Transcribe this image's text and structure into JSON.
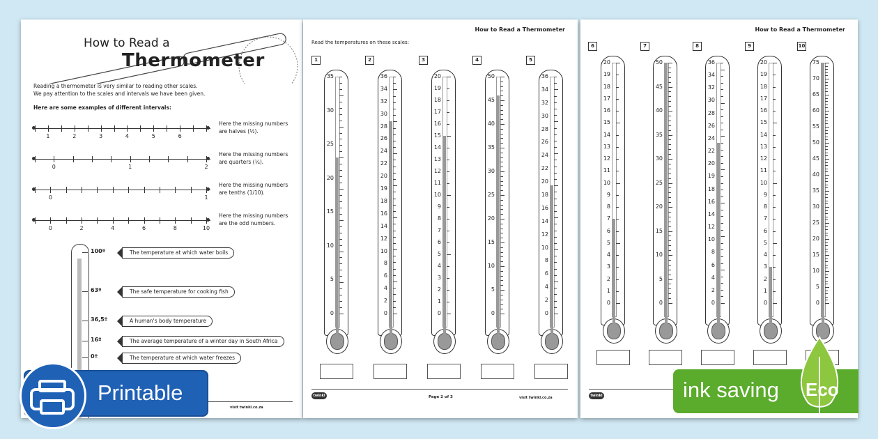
{
  "page1": {
    "title_line1": "How to Read a",
    "title_line2": "Thermometer",
    "intro_line1": "Reading a thermometer is very similar to reading other scales.",
    "intro_line2": "We pay attention to the scales and intervals we have been given.",
    "examples_heading": "Here are some examples of different intervals:",
    "numberlines": [
      {
        "labels": [
          "1",
          "2",
          "3",
          "4",
          "5",
          "6"
        ],
        "desc": "Here the missing numbers are halves (½)."
      },
      {
        "labels": [
          "0",
          "1",
          "2"
        ],
        "desc": "Here the missing numbers are quarters (¼)."
      },
      {
        "labels": [
          "0",
          "1"
        ],
        "desc": "Here the missing numbers are tenths (1/10)."
      },
      {
        "labels": [
          "0",
          "2",
          "4",
          "6",
          "8",
          "10"
        ],
        "desc": "Here the missing numbers are the odd numbers."
      }
    ],
    "temperatures": [
      {
        "value": "100º",
        "label": "The temperature at which water boils"
      },
      {
        "value": "63º",
        "label": "The safe temperature for cooking fish"
      },
      {
        "value": "36,5º",
        "label": "A human's body temperature"
      },
      {
        "value": "16º",
        "label": "The average temperature of a winter day in South Africa"
      },
      {
        "value": "0º",
        "label": "The temperature at which water freezes"
      }
    ],
    "footer_url": "visit twinkl.co.za"
  },
  "page2": {
    "header": "How to Read a Thermometer",
    "instruction": "Read the temperatures on these scales:",
    "page_number": "Page 2 of 3",
    "footer_url": "visit twinkl.co.za",
    "brand": "twinkl",
    "thermometers": [
      {
        "number": "1",
        "labels": [
          "35",
          "30",
          "25",
          "20",
          "15",
          "10",
          "5",
          "0"
        ],
        "reading": 25,
        "max": 38
      },
      {
        "number": "2",
        "labels": [
          "36",
          "34",
          "32",
          "30",
          "28",
          "26",
          "24",
          "22",
          "20",
          "19",
          "18",
          "16",
          "14",
          "12",
          "10",
          "8",
          "6",
          "4",
          "2",
          "0"
        ],
        "reading": 30,
        "max": 37
      },
      {
        "number": "3",
        "labels": [
          "20",
          "19",
          "18",
          "17",
          "16",
          "15",
          "14",
          "13",
          "12",
          "11",
          "10",
          "9",
          "8",
          "7",
          "6",
          "5",
          "4",
          "3",
          "2",
          "1",
          "0"
        ],
        "reading": 15,
        "max": 20
      },
      {
        "number": "4",
        "labels": [
          "50",
          "45",
          "40",
          "35",
          "30",
          "25",
          "20",
          "15",
          "10",
          "5",
          "0"
        ],
        "reading": 46,
        "max": 50
      },
      {
        "number": "5",
        "labels": [
          "36",
          "34",
          "32",
          "30",
          "28",
          "26",
          "24",
          "22",
          "20",
          "18",
          "16",
          "14",
          "12",
          "10",
          "8",
          "6",
          "4",
          "2",
          "0"
        ],
        "reading": 20,
        "max": 37
      }
    ]
  },
  "page3": {
    "header": "How to Read a Thermometer",
    "brand": "twinkl",
    "thermometers": [
      {
        "number": "6",
        "labels": [
          "20",
          "19",
          "18",
          "17",
          "16",
          "15",
          "14",
          "13",
          "12",
          "11",
          "10",
          "9",
          "8",
          "7",
          "6",
          "5",
          "4",
          "3",
          "2",
          "1",
          "0"
        ],
        "reading": 7,
        "max": 20
      },
      {
        "number": "7",
        "labels": [
          "50",
          "45",
          "40",
          "35",
          "30",
          "25",
          "20",
          "15",
          "10",
          "5",
          "0"
        ],
        "reading": 50,
        "max": 50
      },
      {
        "number": "8",
        "labels": [
          "36",
          "34",
          "32",
          "30",
          "28",
          "26",
          "24",
          "22",
          "20",
          "19",
          "18",
          "16",
          "14",
          "12",
          "10",
          "8",
          "6",
          "4",
          "2",
          "0"
        ],
        "reading": 24,
        "max": 36
      },
      {
        "number": "9",
        "labels": [
          "20",
          "19",
          "18",
          "17",
          "16",
          "15",
          "14",
          "13",
          "12",
          "11",
          "10",
          "9",
          "8",
          "7",
          "6",
          "5",
          "4",
          "3",
          "2",
          "1",
          "0"
        ],
        "reading": 3,
        "max": 20
      },
      {
        "number": "10",
        "labels": [
          "75",
          "70",
          "65",
          "60",
          "55",
          "50",
          "45",
          "40",
          "35",
          "30",
          "25",
          "20",
          "15",
          "10",
          "5",
          "0"
        ],
        "reading": 75,
        "max": 75
      }
    ]
  },
  "badges": {
    "printable": "Printable",
    "ink_saving": "ink saving",
    "eco": "Eco",
    "printable_color": "#1f61b5",
    "eco_color": "#5bab2d"
  }
}
